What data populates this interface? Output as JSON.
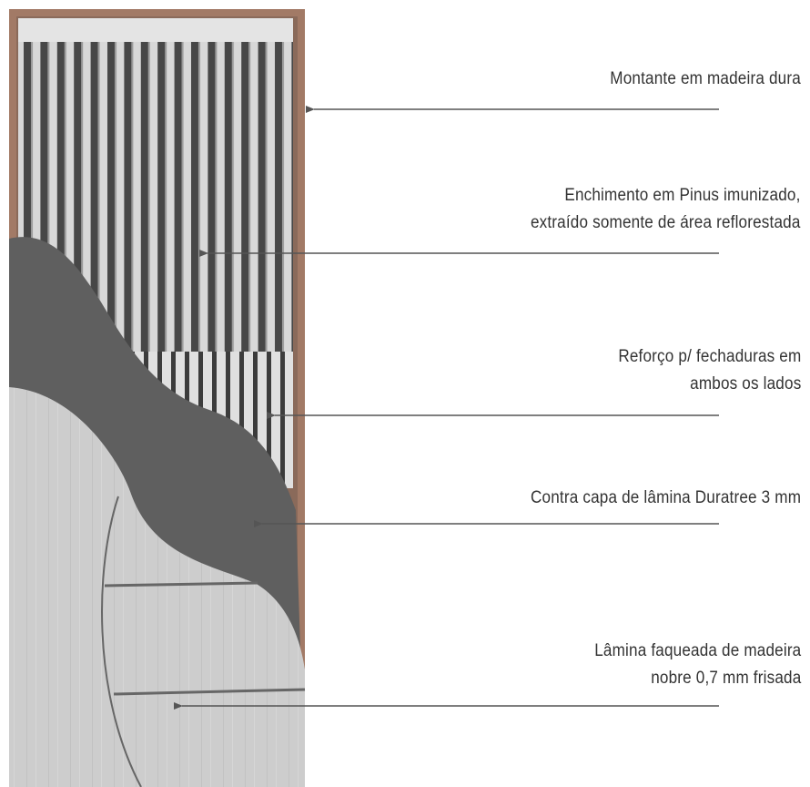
{
  "colors": {
    "frame": "#a27a66",
    "stile": "#8b6655",
    "slat_light": "#d9d9d9",
    "slat_dark": "#4a4a4a",
    "counter_face": "#5f5f5f",
    "veneer": "#cfcfcf",
    "veneer_line": "#666666",
    "leader": "#555555",
    "text": "#333333"
  },
  "labels": [
    {
      "id": "stile",
      "lines": [
        "Montante em madeira dura"
      ]
    },
    {
      "id": "infill",
      "lines": [
        "Enchimento em Pinus imunizado,",
        "extraído somente de área reflorestada"
      ]
    },
    {
      "id": "lock-block",
      "lines": [
        "Reforço p/ fechaduras em",
        "ambos os lados"
      ]
    },
    {
      "id": "counter-face",
      "lines": [
        "Contra capa de lâmina Duratree 3 mm"
      ]
    },
    {
      "id": "veneer",
      "lines": [
        "Lâmina faqueada de madeira",
        "nobre 0,7 mm frisada"
      ]
    }
  ]
}
